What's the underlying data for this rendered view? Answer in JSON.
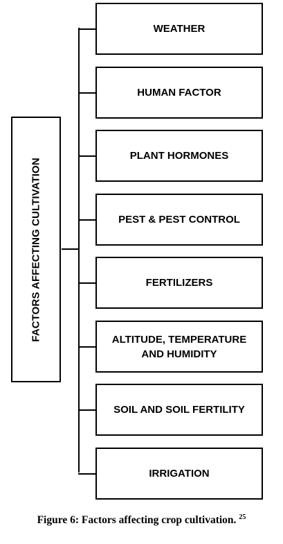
{
  "root": {
    "label": "FACTORS AFFECTING CULTIVATION"
  },
  "factors": [
    {
      "id": "weather",
      "label": "WEATHER"
    },
    {
      "id": "human-factor",
      "label": "HUMAN FACTOR"
    },
    {
      "id": "plant-hormones",
      "label": "PLANT HORMONES"
    },
    {
      "id": "pest-control",
      "label": "PEST & PEST CONTROL"
    },
    {
      "id": "fertilizers",
      "label": "FERTILIZERS"
    },
    {
      "id": "altitude-temperature-humidity",
      "label": "ALTITUDE, TEMPERATURE AND HUMIDITY"
    },
    {
      "id": "soil-fertility",
      "label": "SOIL AND SOIL FERTILITY"
    },
    {
      "id": "irrigation",
      "label": "IRRIGATION"
    }
  ],
  "caption": {
    "text": "Figure 6: Factors affecting crop cultivation.",
    "reference": "25"
  }
}
